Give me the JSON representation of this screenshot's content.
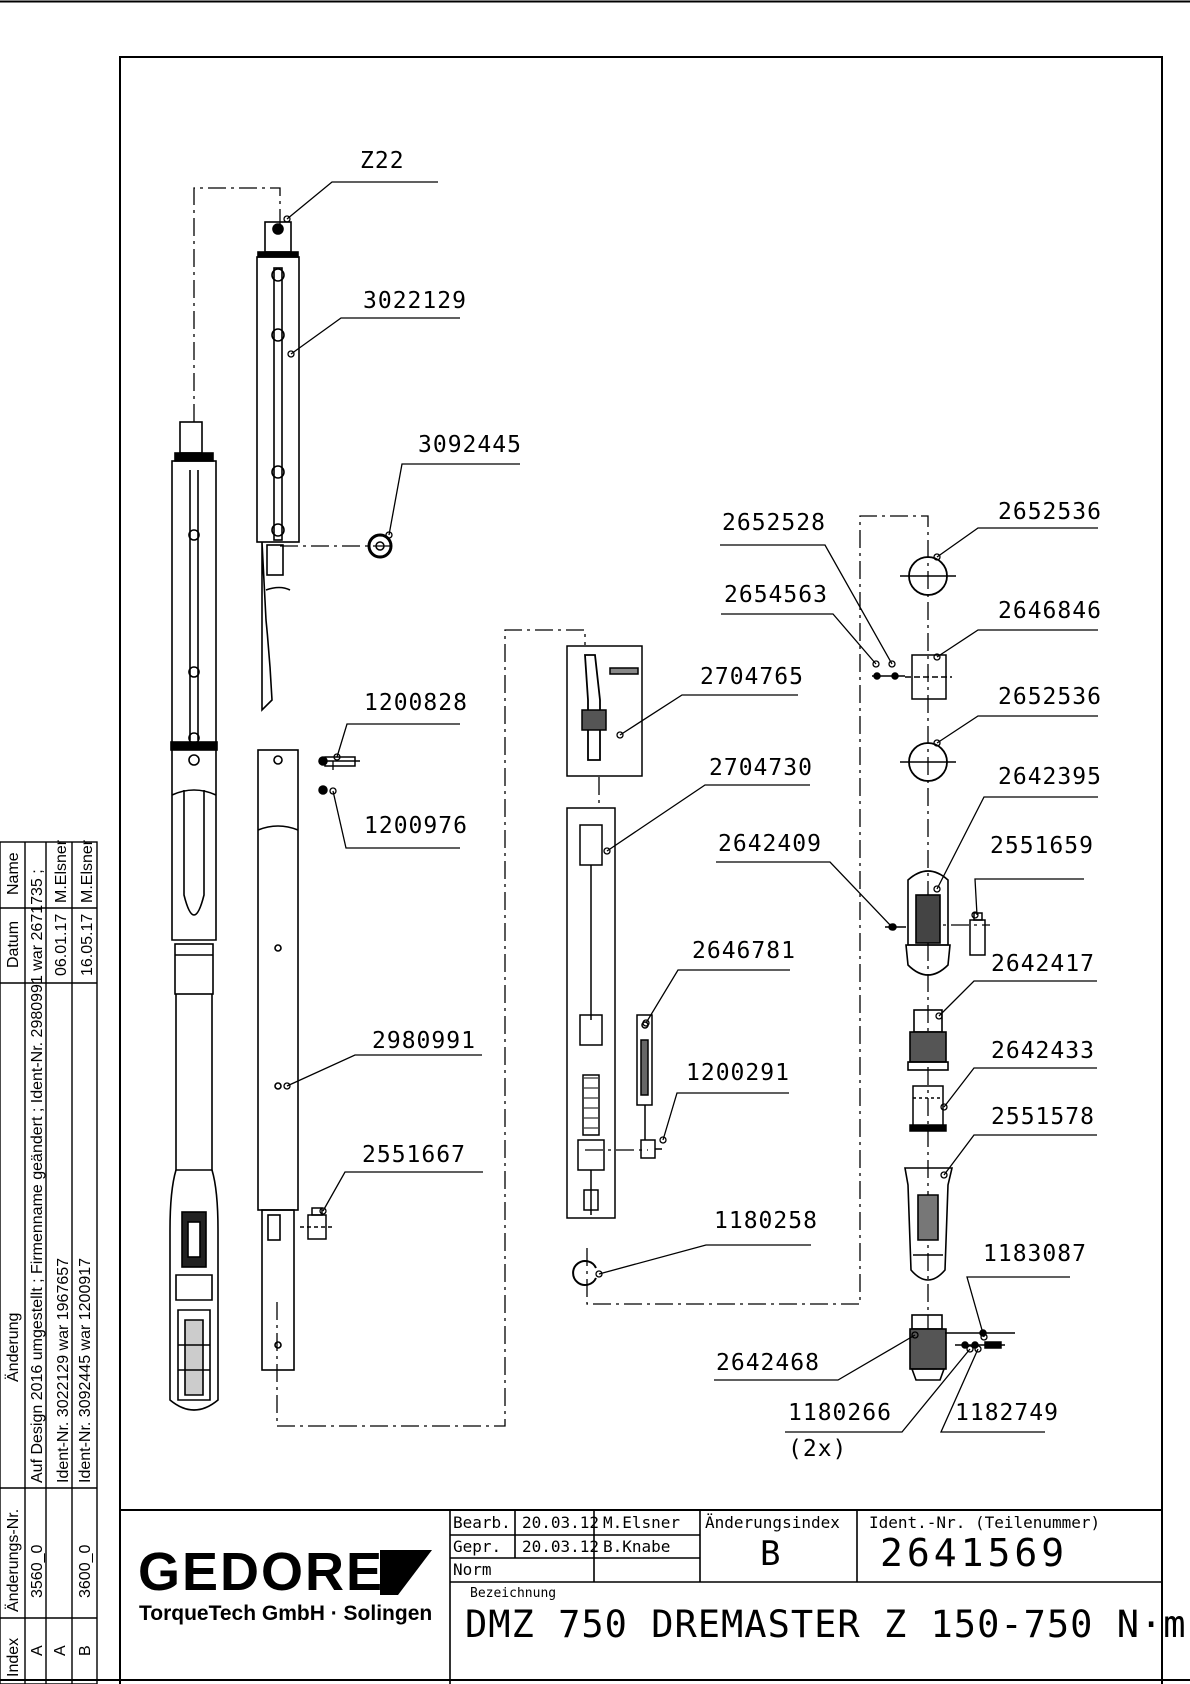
{
  "part_labels": {
    "z22": "Z22",
    "p3022129": "3022129",
    "p3092445": "3092445",
    "p1200828": "1200828",
    "p1200976": "1200976",
    "p2980991": "2980991",
    "p2551667": "2551667",
    "p2704765": "2704765",
    "p2704730": "2704730",
    "p2646781": "2646781",
    "p1200291": "1200291",
    "p1180258": "1180258",
    "p2652528": "2652528",
    "p2654563": "2654563",
    "p2652536a": "2652536",
    "p2646846": "2646846",
    "p2652536b": "2652536",
    "p2642395": "2642395",
    "p2642409": "2642409",
    "p2551659": "2551659",
    "p2642417": "2642417",
    "p2642433": "2642433",
    "p2551578": "2551578",
    "p1183087": "1183087",
    "p2642468": "2642468",
    "p1180266": "1180266",
    "p1180266_qty": "(2x)",
    "p1182749": "1182749"
  },
  "revision_table": {
    "headers": {
      "index": "Index",
      "change_no": "Änderungs-Nr.",
      "change": "Änderung",
      "date": "Datum",
      "name": "Name"
    },
    "rows": [
      {
        "index": "A",
        "change_no": "3560_0",
        "change": "Auf Design 2016 umgestellt ; Firmenname geändert ; Ident-Nr. 2980991 war 2671735 ;",
        "date": "06.01.17",
        "name": "M.Elsner"
      },
      {
        "index": "A",
        "change_no": "",
        "change": "Ident-Nr. 3022129 war 1967657",
        "date": "",
        "name": ""
      },
      {
        "index": "B",
        "change_no": "3600_0",
        "change": "Ident-Nr. 3092445 war 1200917",
        "date": "16.05.17",
        "name": "M.Elsner"
      }
    ]
  },
  "title_block": {
    "company_logo": "GEDORE",
    "company_sub": "TorqueTech GmbH · Solingen",
    "bearb_label": "Bearb.",
    "bearb_date": "20.03.12",
    "bearb_name": "M.Elsner",
    "gepr_label": "Gepr.",
    "gepr_date": "20.03.12",
    "gepr_name": "B.Knabe",
    "norm_label": "Norm",
    "aenderungsindex_label": "Änderungsindex",
    "aenderungsindex_value": "B",
    "ident_label": "Ident.-Nr.  (Teilenummer)",
    "ident_value": "2641569",
    "bezeichnung_label": "Bezeichnung",
    "bezeichnung_value": "DMZ 750 DREMASTER Z 150-750 N·m"
  }
}
